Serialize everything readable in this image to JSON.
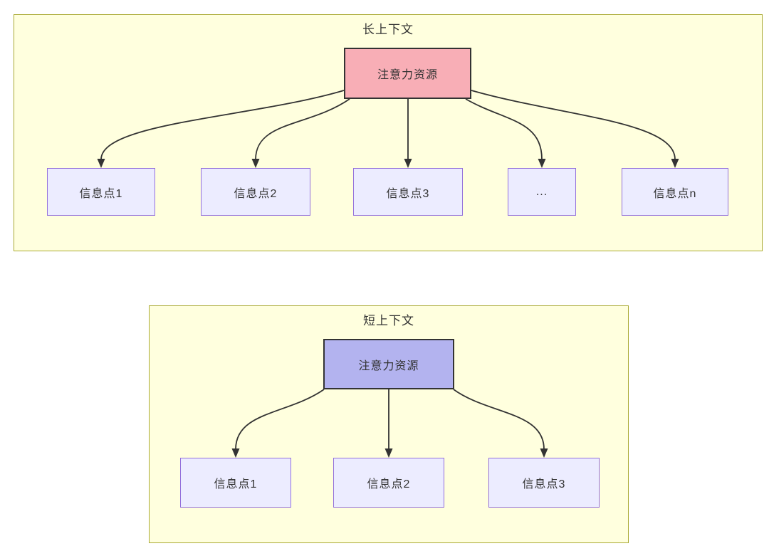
{
  "diagram": {
    "type": "flowchart-comparison",
    "colors": {
      "panel_fill": "#ffffde",
      "panel_border": "#aaaa33",
      "info_node_fill": "#ececff",
      "info_node_border": "#9370db",
      "attention_long_fill": "#f8aeb6",
      "attention_short_fill": "#b3b3ef",
      "edge_color": "#333333",
      "text_color": "#333333"
    },
    "long_context": {
      "title": "长上下文",
      "attention_label": "注意力资源",
      "nodes": [
        {
          "label": "信息点1"
        },
        {
          "label": "信息点2"
        },
        {
          "label": "信息点3"
        },
        {
          "label": "..."
        },
        {
          "label": "信息点n"
        }
      ]
    },
    "short_context": {
      "title": "短上下文",
      "attention_label": "注意力资源",
      "nodes": [
        {
          "label": "信息点1"
        },
        {
          "label": "信息点2"
        },
        {
          "label": "信息点3"
        }
      ]
    }
  }
}
